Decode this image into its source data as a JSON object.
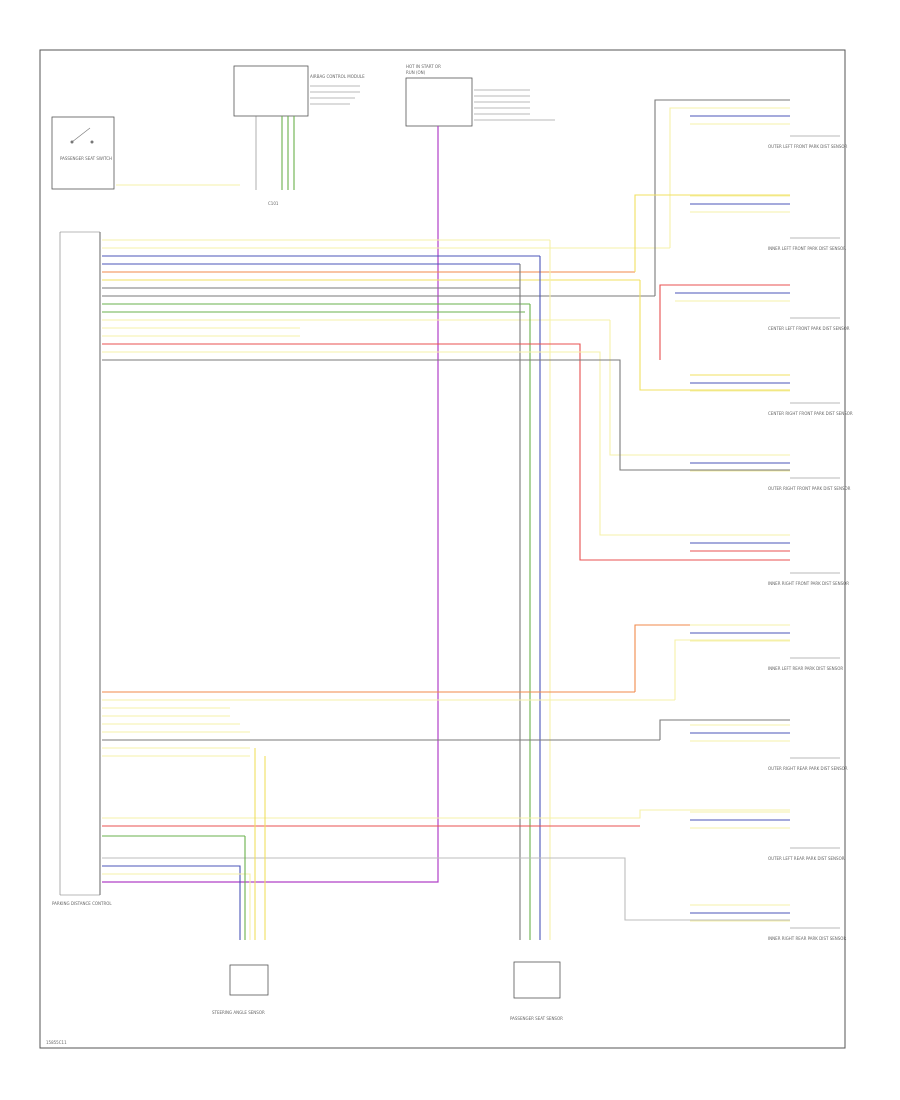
{
  "diagram": {
    "footer_code": "15855C11",
    "colors": {
      "yellow": "#f0e060",
      "lightyellow": "#f5f0a8",
      "green": "#6ab04c",
      "blue": "#4b56b8",
      "purple": "#b040c8",
      "orange": "#f08a4b",
      "red": "#e85050",
      "gray": "#7a7a7a",
      "white": "#bdbdbd"
    },
    "components": {
      "passenger_seat_switch": {
        "label": "PASSENGER SEAT SWITCH"
      },
      "airbag_module": {
        "label": "AIRBAG CONTROL MODULE"
      },
      "passenger_seat_sensor": {
        "label": "PASSENGER SEAT SENSOR"
      },
      "steering_sensor": {
        "label": "STEERING ANGLE SENSOR"
      },
      "header_center": {
        "line1": "HOT IN START OR",
        "line2": "RUN (ON)"
      },
      "top_connector": {
        "label": "C101"
      },
      "pdc_module": {
        "label": "PARKING DISTANCE CONTROL"
      }
    },
    "right_sensors": [
      "OUTER LEFT FRONT PARK DIST SENSOR",
      "INNER LEFT FRONT PARK DIST SENSOR",
      "CENTER LEFT FRONT PARK DIST SENSOR",
      "CENTER RIGHT FRONT PARK DIST SENSOR",
      "OUTER RIGHT FRONT PARK DIST SENSOR",
      "INNER RIGHT FRONT PARK DIST SENSOR",
      "INNER LEFT REAR PARK DIST SENSOR",
      "OUTER RIGHT REAR PARK DIST SENSOR",
      "OUTER LEFT REAR PARK DIST SENSOR",
      "INNER RIGHT REAR PARK DIST SENSOR"
    ]
  }
}
